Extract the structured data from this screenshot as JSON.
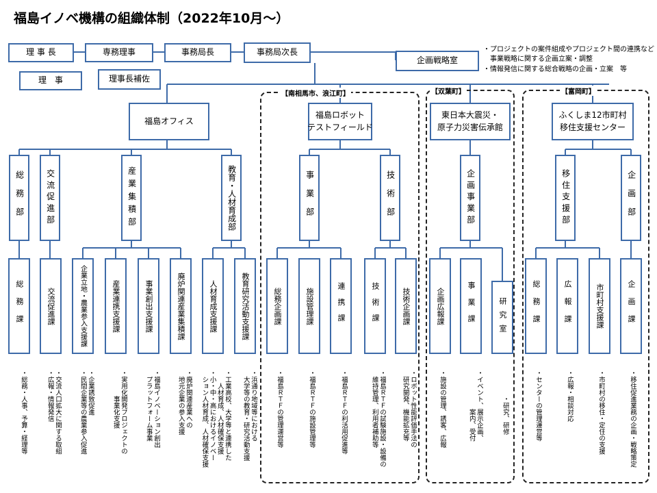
{
  "title": "福島イノベ機構の組織体制（2022年10月～）",
  "colors": {
    "box_border": "#3d6aa8",
    "connector": "#3d6aa8",
    "dashed_border": "#222222"
  },
  "top_row": {
    "chairman": "理 事 長",
    "managing_director": "専務理事",
    "secretary_general": "事務局長",
    "deputy_secretary_general": "事務局次長",
    "director": "理　事",
    "chairman_assistant": "理事長補佐"
  },
  "planning": {
    "label": "企画戦略室",
    "notes": [
      "・プロジェクトの案件組成やプロジェクト間の連携など",
      "　事業戦略に関する企画立案・調整",
      "・情報発信に関する総合戦略の企画・立案　等"
    ]
  },
  "regions": {
    "minamisoma": "【南相馬市、浪江町】",
    "futaba": "【双葉町】",
    "tomioka": "【富岡町】"
  },
  "offices": {
    "fukushima": "福島オフィス",
    "rtf": "福島ロボット\nテストフィールド",
    "archive": "東日本大震災・\n原子力災害伝承館",
    "migration": "ふくしま12市町村\n移住支援センター"
  },
  "departments": {
    "general": "総務部",
    "exchange": "交流促進部",
    "industry": "産業集積部",
    "education": "教育・人材育成部",
    "business": "事業部",
    "technical": "技術部",
    "planning_business": "企画事業部",
    "migration_support": "移住支援部",
    "planning": "企画部"
  },
  "sections": {
    "general": "総務課",
    "exchange": "交流促進課",
    "siting": "企業立地・農業参入支援課",
    "collaboration": "産業連携支援課",
    "startup": "事業創出支援課",
    "decommissioning": "廃炉関連産業集積課",
    "hr_dev": "人材育成支援課",
    "edu_research": "教育研究活動支援課",
    "rtf_general_planning": "総務企画課",
    "facility": "施設管理課",
    "cooperation": "連携課",
    "technology": "技術課",
    "tech_planning": "技術企画課",
    "archive_planning": "企画広報課",
    "archive_business": "事業課",
    "research_room": "研究室",
    "mig_general": "総務課",
    "pr": "広報課",
    "municipal": "市町村支援課",
    "mig_planning": "企画課"
  },
  "tasks": {
    "general": "・総務・人事、予算・経理等",
    "exchange": "・交流人口拡大に関する取組\n・広報・情報発信",
    "siting": "・企業誘致促進\n・民間企業等の農業参入促進",
    "collaboration": "・実用化開発プロジェクトの\n　　　　事業化支援",
    "startup": "・福島イノベーション創出\n　プラットフォーム事業",
    "decommissioning": "・廃炉関連産業への\n　地元企業の参入支援",
    "hr_dev": "・工業高校、大学等と連携した\n　　人材育成、人材確保支援\n・小・中・高におけるイノベー\n　ション人材育成、人材確保支援",
    "edu_research": "・浜通り地域等における\n　大学等の教育・研究活動支援",
    "rtf_general_planning": "・福島ＲＴＦの管理運営等",
    "facility": "・福島ＲＴＦの施設管理等",
    "cooperation": "・福島ＲＴＦの利活用促進等",
    "technology": "・福島ＲＴＦの試験施設・設備の\n　維持管理、利用者補助等",
    "tech_planning": "・ロボット性能評価手法の\n　研究開発、機能拡充等",
    "archive_planning": "・施設の管理、誘客、広報",
    "archive_business": "・イベント、展示企画、\n　　　　　　案内、受付",
    "research_room": "・研究、研修",
    "mig_general": "・センターの管理運営等",
    "pr": "・広報・相談対応",
    "municipal": "・市町村の移住・定住の支援",
    "mig_planning": "・移住促進業務の企画・戦略策定"
  }
}
